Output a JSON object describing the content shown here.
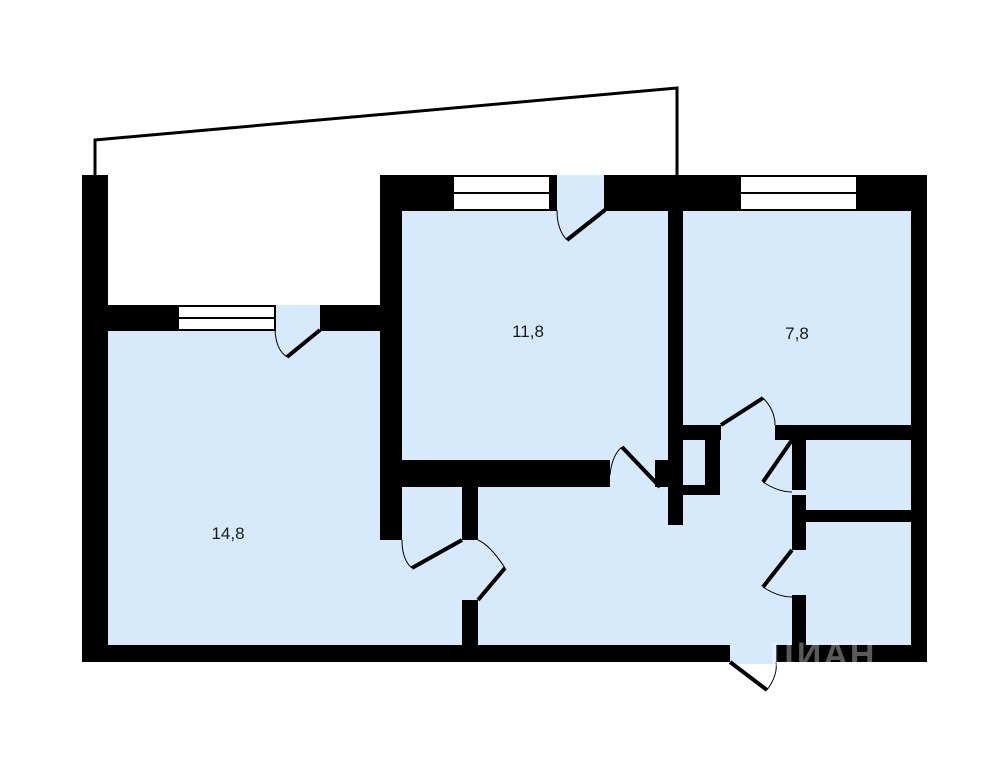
{
  "plan": {
    "rooms": [
      {
        "name": "room-left",
        "area": "14,8"
      },
      {
        "name": "room-middle",
        "area": "11,8"
      },
      {
        "name": "room-right",
        "area": "7,8"
      }
    ],
    "watermark": "ЦИАН",
    "colors": {
      "floor": "#d6eafb",
      "wall": "#000000"
    }
  }
}
